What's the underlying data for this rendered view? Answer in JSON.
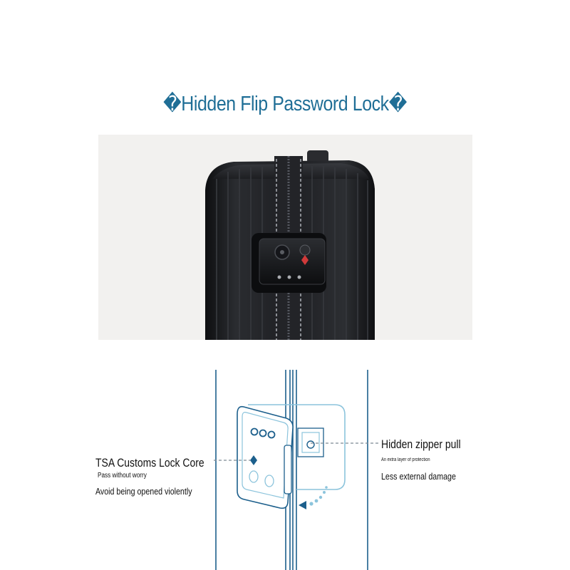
{
  "title": {
    "open_glyph": "�",
    "text": "Hidden Flip Password Lock",
    "close_glyph": "�"
  },
  "callouts": {
    "tsa": {
      "heading": "TSA Customs Lock Core",
      "note": "Pass without worry",
      "detail": "Avoid being opened violently"
    },
    "zipper": {
      "heading": "Hidden zipper pull",
      "note": "An extra layer of protection",
      "detail": "Less external damage"
    }
  },
  "colors": {
    "title": "#1f6e96",
    "diagram_line": "#1c5f8c",
    "diagram_light": "#8cc4dc",
    "photo_bg": "#f2f1ef",
    "suitcase": "#1c1d20"
  },
  "icons": {
    "lock_badge": "tsa-diamond-icon",
    "flip_arrow": "dotted-curved-arrow-icon"
  }
}
